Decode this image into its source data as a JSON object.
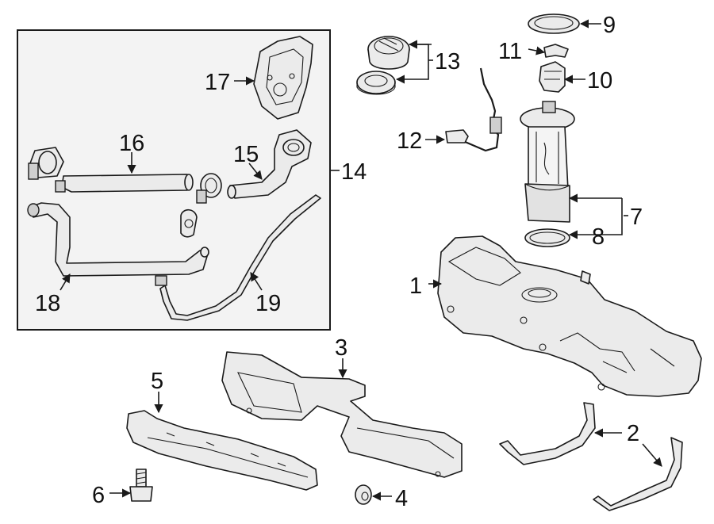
{
  "callouts": [
    {
      "id": "1",
      "text": "1"
    },
    {
      "id": "2",
      "text": "2"
    },
    {
      "id": "3",
      "text": "3"
    },
    {
      "id": "4",
      "text": "4"
    },
    {
      "id": "5",
      "text": "5"
    },
    {
      "id": "6",
      "text": "6"
    },
    {
      "id": "7",
      "text": "7"
    },
    {
      "id": "8",
      "text": "8"
    },
    {
      "id": "9",
      "text": "9"
    },
    {
      "id": "10",
      "text": "10"
    },
    {
      "id": "11",
      "text": "11"
    },
    {
      "id": "12",
      "text": "12"
    },
    {
      "id": "13",
      "text": "13"
    },
    {
      "id": "14",
      "text": "14"
    },
    {
      "id": "15",
      "text": "15"
    },
    {
      "id": "16",
      "text": "16"
    },
    {
      "id": "17",
      "text": "17"
    },
    {
      "id": "18",
      "text": "18"
    },
    {
      "id": "19",
      "text": "19"
    }
  ],
  "colors": {
    "line": "#1a1a1a",
    "part_fill": "#ebebeb",
    "inset_fill": "#f3f3f3"
  }
}
